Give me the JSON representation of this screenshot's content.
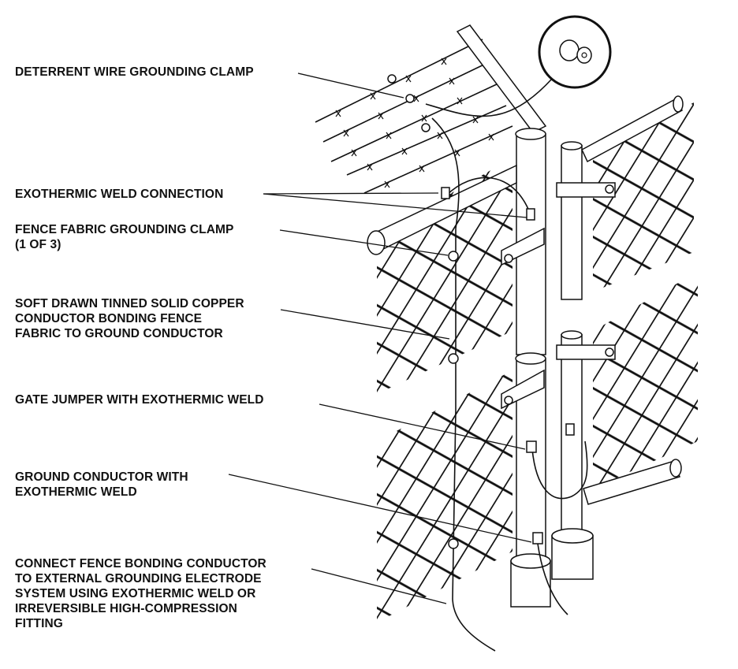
{
  "labels": {
    "deterrent_clamp": "DETERRENT WIRE GROUNDING CLAMP",
    "exothermic_connection": "EXOTHERMIC WELD CONNECTION",
    "fabric_clamp": "FENCE FABRIC GROUNDING CLAMP\n(1 OF 3)",
    "soft_drawn": "SOFT DRAWN TINNED SOLID COPPER\nCONDUCTOR BONDING FENCE\nFABRIC TO GROUND CONDUCTOR",
    "gate_jumper": "GATE JUMPER WITH EXOTHERMIC WELD",
    "ground_conductor": "GROUND CONDUCTOR WITH\nEXOTHERMIC WELD",
    "connect_bonding": "CONNECT FENCE BONDING CONDUCTOR\nTO EXTERNAL GROUNDING ELECTRODE\nSYSTEM USING EXOTHERMIC WELD OR\nIRREVERSIBLE HIGH-COMPRESSION\nFITTING"
  }
}
